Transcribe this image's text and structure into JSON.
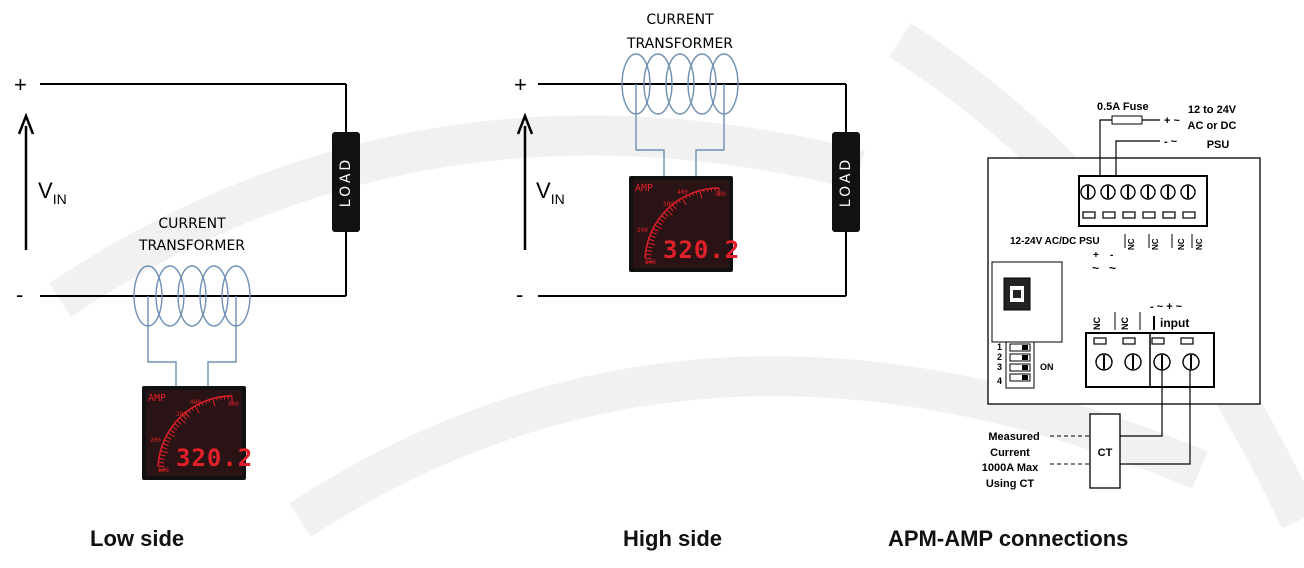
{
  "captions": {
    "low_side": "Low side",
    "high_side": "High side",
    "connections": "APM-AMP connections"
  },
  "circuit": {
    "plus": "+",
    "minus": "-",
    "vin": "V",
    "vin_sub": "IN",
    "load": "LOAD",
    "ct_line1": "CURRENT",
    "ct_line2": "TRANSFORMER"
  },
  "meter": {
    "unit": "AMP",
    "scale_300": "300",
    "scale_400": "400",
    "scale_500": "500",
    "scale_200": "200",
    "scale_100": "100",
    "reading": "320.2"
  },
  "wiring": {
    "fuse": "0.5A Fuse",
    "psu_plus": "+ ~",
    "psu_minus": "- ~",
    "psu_line1": "12 to 24V",
    "psu_line2": "AC or DC",
    "psu_line3": "PSU",
    "top_terminal_label": "12-24V AC/DC PSU",
    "nc": "NC",
    "pm_plus": "+",
    "pm_minus": "-",
    "tilde": "~",
    "input_label": "input",
    "input_signs": "- ~  + ~",
    "dip_numbers": [
      "1",
      "2",
      "3",
      "4"
    ],
    "dip_on": "ON",
    "ct_box": "CT",
    "measured": [
      "Measured",
      "Current",
      "1000A Max",
      "Using CT"
    ]
  }
}
